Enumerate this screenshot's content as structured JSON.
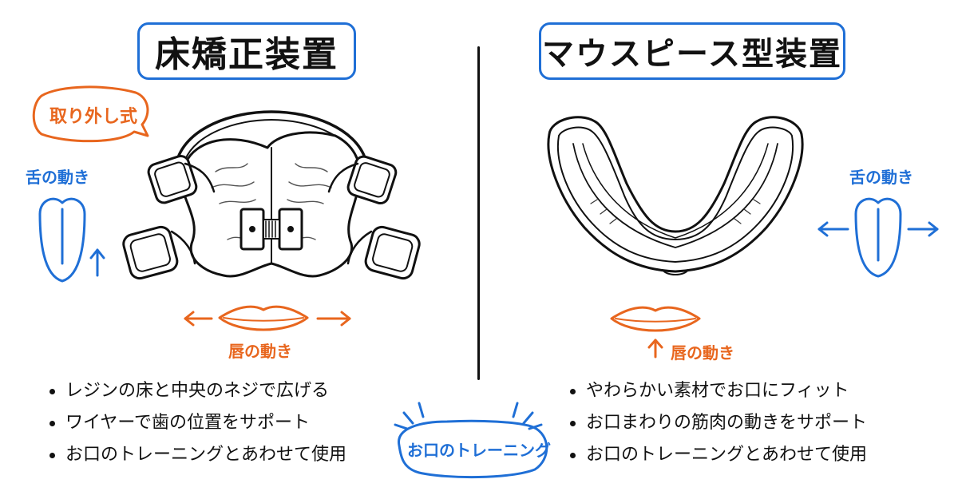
{
  "left": {
    "title": "床矯正装置",
    "removable_badge": "取り外し式",
    "tongue_label": "舌の動き",
    "lip_label": "唇の動き",
    "bullets": [
      "レジンの床と中央のネジで広げる",
      "ワイヤーで歯の位置をサポート",
      "お口のトレーニングとあわせて使用"
    ]
  },
  "right": {
    "title": "マウスピース型装置",
    "tongue_label": "舌の動き",
    "lip_label": "唇の動き",
    "bullets": [
      "やわらかい素材でお口にフィット",
      "お口まわりの筋肉の動きをサポート",
      "お口のトレーニングとあわせて使用"
    ]
  },
  "center_badge": "お口のトレーニング",
  "colors": {
    "blue": "#1f6fd6",
    "orange": "#e8661e",
    "ink": "#111111"
  }
}
